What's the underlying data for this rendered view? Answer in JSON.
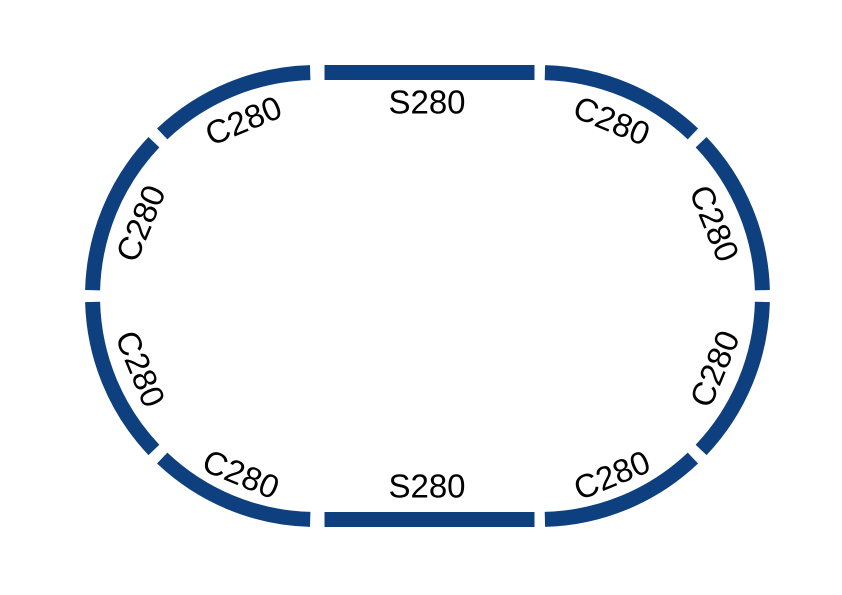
{
  "diagram": {
    "name": "oval-track-layout",
    "background_color": "#ffffff",
    "track_color": "#0e4080",
    "label_color": "#000000",
    "straight_piece_count": 2,
    "curve_piece_count": 8,
    "segments": [
      {
        "id": "straight-top",
        "type": "straight",
        "label": "S280"
      },
      {
        "id": "curve-upper-right-outer",
        "type": "curve",
        "label": "C280"
      },
      {
        "id": "curve-upper-right-inner",
        "type": "curve",
        "label": "C280"
      },
      {
        "id": "curve-lower-right-inner",
        "type": "curve",
        "label": "C280"
      },
      {
        "id": "curve-lower-right-outer",
        "type": "curve",
        "label": "C280"
      },
      {
        "id": "straight-bottom",
        "type": "straight",
        "label": "S280"
      },
      {
        "id": "curve-lower-left-outer",
        "type": "curve",
        "label": "C280"
      },
      {
        "id": "curve-lower-left-inner",
        "type": "curve",
        "label": "C280"
      },
      {
        "id": "curve-upper-left-inner",
        "type": "curve",
        "label": "C280"
      },
      {
        "id": "curve-upper-left-outer",
        "type": "curve",
        "label": "C280"
      }
    ]
  }
}
